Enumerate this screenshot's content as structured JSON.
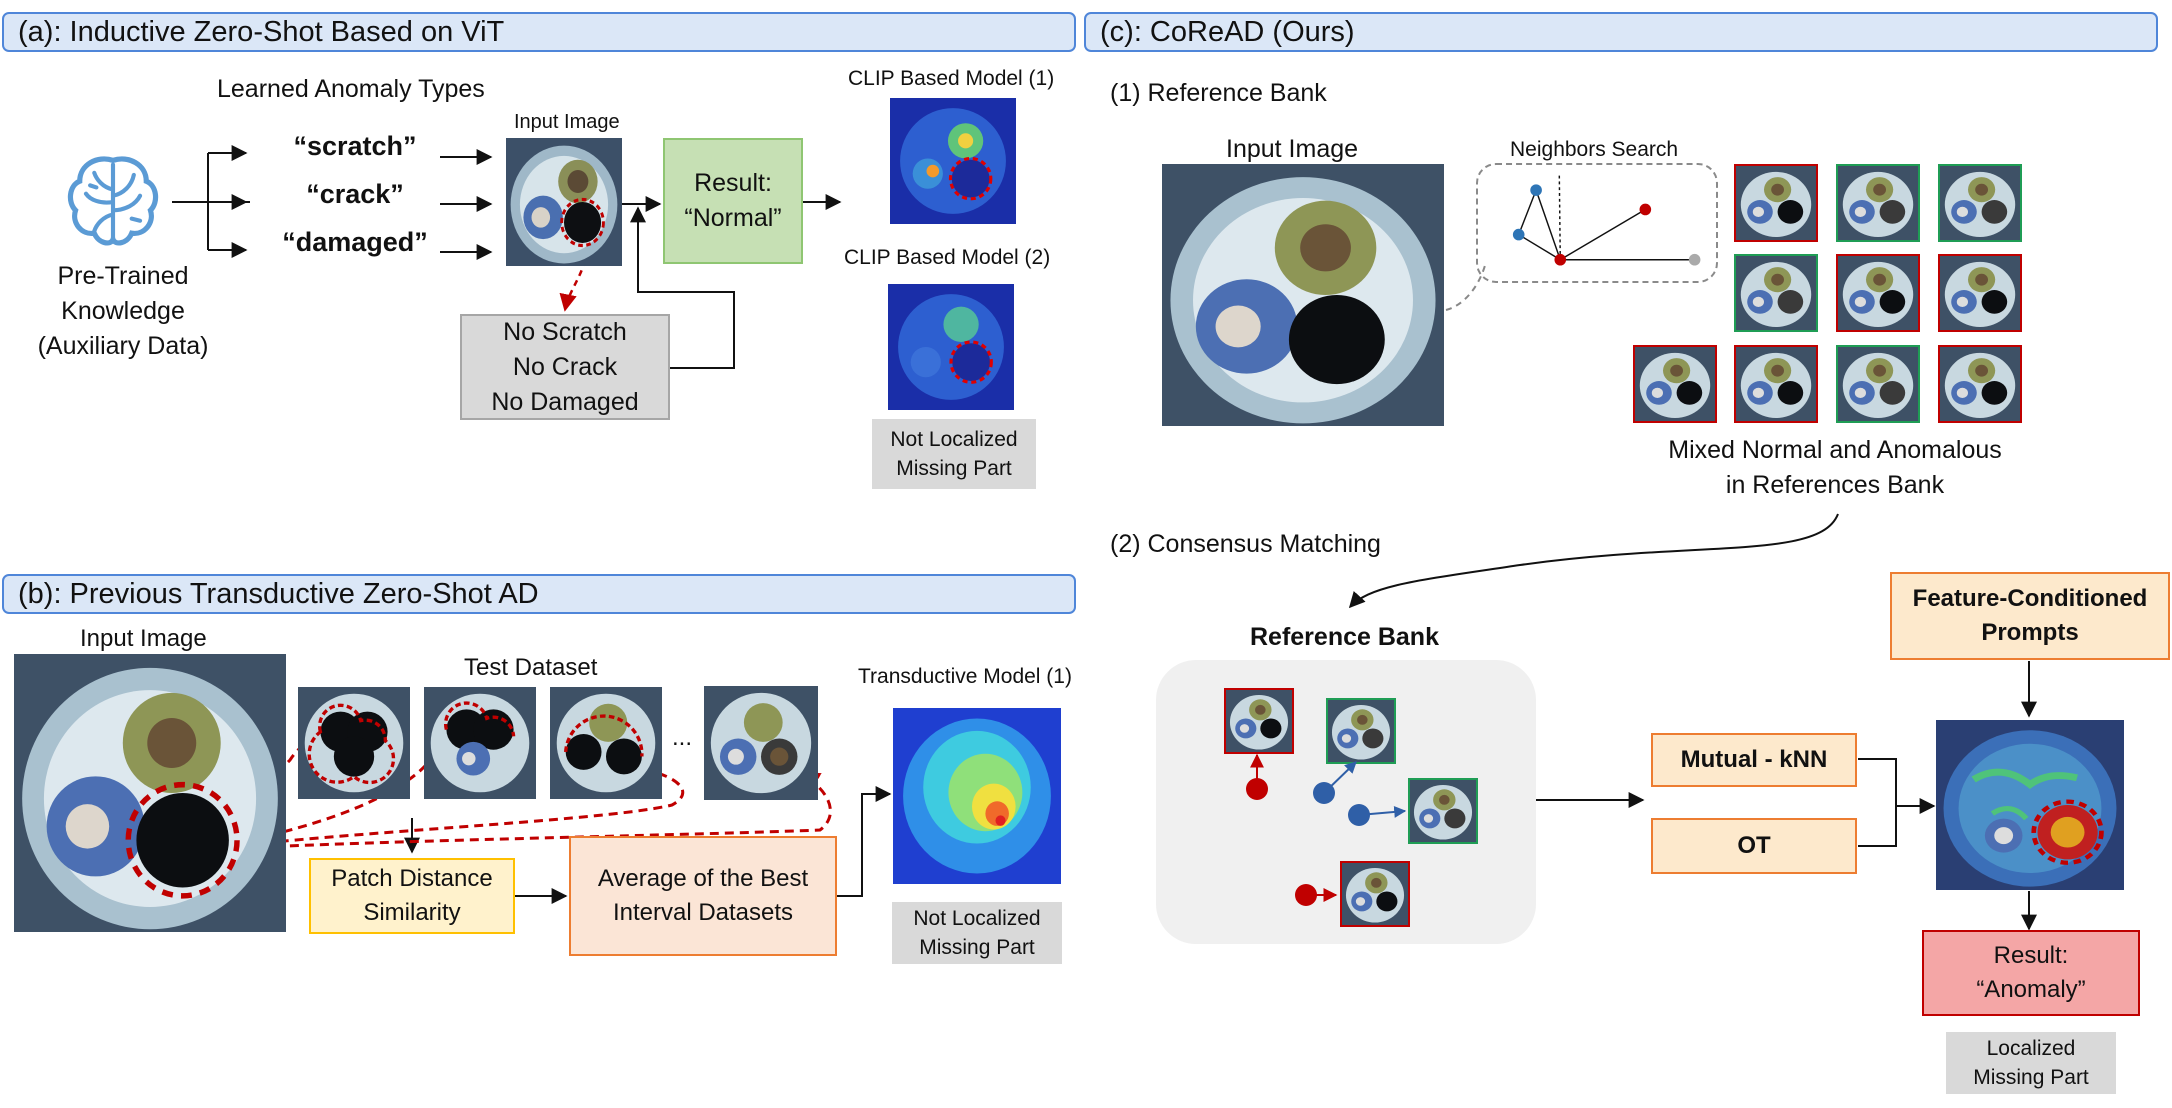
{
  "panel_a": {
    "title": "(a): Inductive Zero-Shot Based on ViT",
    "learned_types_label": "Learned Anomaly Types",
    "types": [
      "“scratch”",
      "“crack”",
      "“damaged”"
    ],
    "knowledge_lines": [
      "Pre-Trained",
      "Knowledge",
      "(Auxiliary Data)"
    ],
    "input_image_label": "Input Image",
    "result_lines": [
      "Result:",
      "“Normal”"
    ],
    "no_lines": [
      "No Scratch",
      "No Crack",
      "No Damaged"
    ],
    "clip1_label": "CLIP Based Model (1)",
    "clip2_label": "CLIP Based Model (2)",
    "not_localized_lines": [
      "Not Localized",
      "Missing Part"
    ]
  },
  "panel_b": {
    "title": "(b): Previous Transductive Zero-Shot AD",
    "input_image_label": "Input Image",
    "test_dataset_label": "Test Dataset",
    "ellipsis": "...",
    "transductive_label": "Transductive Model (1)",
    "patch_lines": [
      "Patch Distance",
      "Similarity"
    ],
    "average_lines": [
      "Average of the Best",
      "Interval Datasets"
    ],
    "not_localized_lines": [
      "Not Localized",
      "Missing Part"
    ]
  },
  "panel_c": {
    "title": "(c): CoReAD (Ours)",
    "step1_label": "(1) Reference Bank",
    "input_image_label": "Input Image",
    "neighbors_label": "Neighbors Search",
    "mixed_lines": [
      "Mixed Normal and Anomalous",
      "in References Bank"
    ],
    "step2_label": "(2) Consensus Matching",
    "reference_bank_label": "Reference Bank",
    "mutual_knn_label": "Mutual - kNN",
    "ot_label": "OT",
    "prompts_lines": [
      "Feature-Conditioned",
      "Prompts"
    ],
    "result_lines": [
      "Result:",
      "“Anomaly”"
    ],
    "localized_lines": [
      "Localized",
      "Missing Part"
    ]
  },
  "colors": {
    "header_fill": "#dbe7f7",
    "header_border": "#4f86d9",
    "normal_green": "#1f9d55",
    "anomaly_red": "#c00000",
    "result_green_fill": "#c6e0b4",
    "orange_fill": "#fbe5d6",
    "orange_border": "#ed7d31",
    "yellow_fill": "#fff2cc",
    "yellow_border": "#ffc000",
    "red_result_fill": "#f4a6a6",
    "gray_fill": "#d9d9d9",
    "brain_blue": "#5b9bd5"
  },
  "icons": [
    "brain-icon",
    "cable-photo",
    "heatmap-photo"
  ]
}
